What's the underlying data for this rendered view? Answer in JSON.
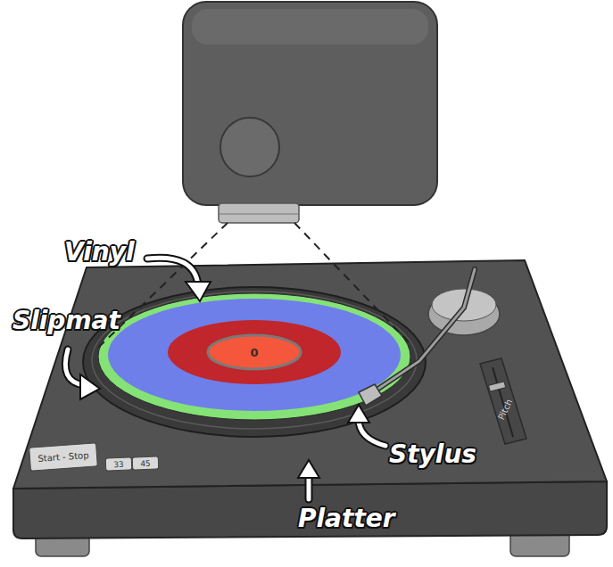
{
  "diagram": {
    "nodes": [
      {
        "text": [
          "0"
        ]
      },
      {
        "text": [
          "Start - Stop"
        ]
      },
      {
        "text": [
          "33"
        ]
      },
      {
        "text": [
          "45"
        ]
      }
    ],
    "labels": [
      "Vinyl",
      "Slipmat",
      "Stylus",
      "Platter",
      "Pitch"
    ]
  }
}
